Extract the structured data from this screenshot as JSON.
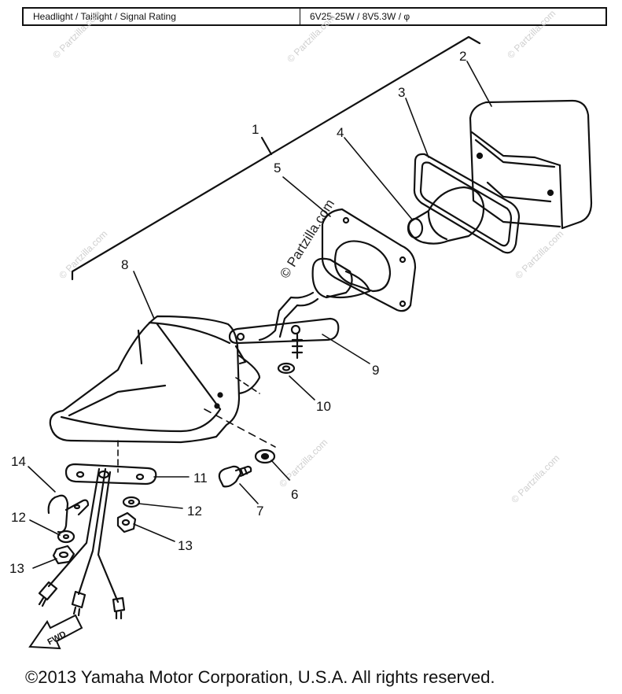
{
  "spec": {
    "label": "Headlight / Taillight / Signal Rating",
    "value": "6V25-25W / 8V5.3W / φ"
  },
  "watermark": {
    "copy": "© Partzilla.com",
    "brand": "Partzilla.com"
  },
  "parts": [
    "1",
    "2",
    "3",
    "4",
    "5",
    "6",
    "7",
    "8",
    "9",
    "10",
    "11",
    "12",
    "12",
    "13",
    "13",
    "14"
  ],
  "fwd_label": "FWD",
  "copyright": "©2013  Yamaha Motor Corporation, U.S.A. All rights reserved."
}
